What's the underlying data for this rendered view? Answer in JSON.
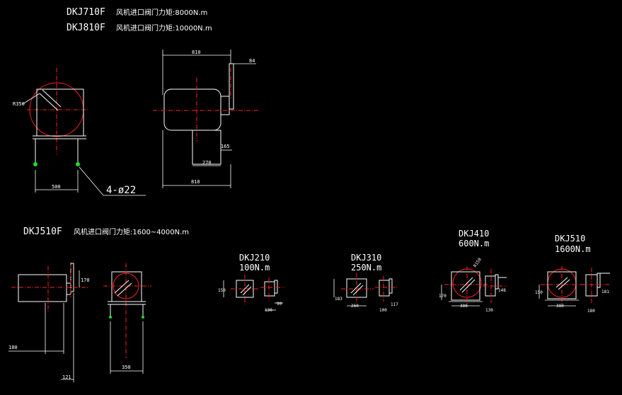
{
  "labels": {
    "top_model_1": "DKJ710F",
    "top_torque_1": "风机进口阀门力矩:8000N.m",
    "top_model_2": "DKJ810F",
    "top_torque_2": "风机进口阀门力矩:10000N.m",
    "mid_model": "DKJ510F",
    "mid_torque": "风机进口阀门力矩:1600~4000N.m",
    "holes": "4-ø22",
    "s1_model": "DKJ210",
    "s1_torque": "100N.m",
    "s2_model": "DKJ310",
    "s2_torque": "250N.m",
    "s3_model": "DKJ410",
    "s3_torque": "600N.m",
    "s4_model": "DKJ510",
    "s4_torque": "1600N.m"
  },
  "dims": {
    "d_810_top": "810",
    "d_84": "84",
    "d_165": "165",
    "d_270": "270",
    "d_810_bottom": "810",
    "d_500": "500",
    "d_r350": "R350",
    "d_170_mid": "170",
    "d_180": "180",
    "d_121": "121",
    "d_350": "350",
    "s1_h": "150",
    "s1_w": "130",
    "s1_a": "90",
    "s2_h": "183",
    "s2_w": "260",
    "s2_b": "100",
    "s2_a": "117",
    "s3_h": "170",
    "s3_w": "380",
    "s3_r": "R150",
    "s3_b": "130",
    "s3_a": "148",
    "s4_h": "150",
    "s4_w": "380",
    "s4_b": "180",
    "s4_a": "181"
  }
}
